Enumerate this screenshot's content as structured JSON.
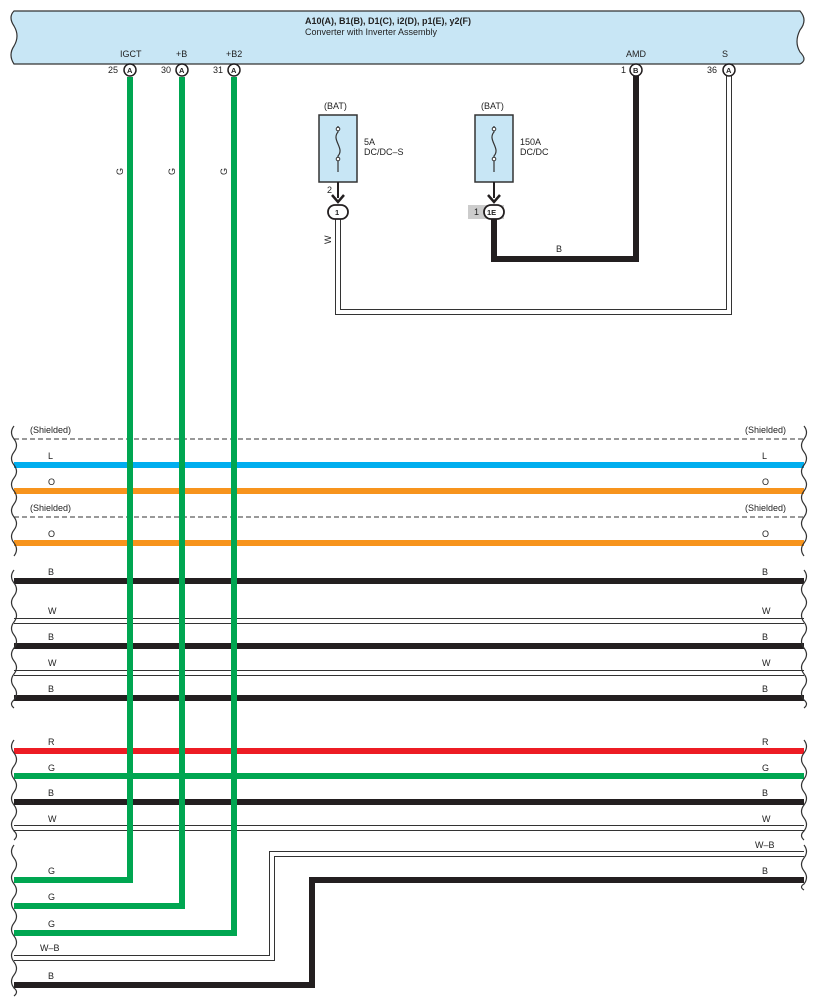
{
  "component": {
    "title": "A10(A), B1(B), D1(C), i2(D), p1(E), y2(F)",
    "subtitle": "Converter with Inverter Assembly",
    "fill": "#c8e6f5",
    "terminals": [
      {
        "id": "igct",
        "name": "IGCT",
        "pin": "25",
        "connector": "A",
        "wire": "G"
      },
      {
        "id": "b",
        "name": "+B",
        "pin": "30",
        "connector": "A",
        "wire": "G"
      },
      {
        "id": "b2",
        "name": "+B2",
        "pin": "31",
        "connector": "A",
        "wire": "G"
      },
      {
        "id": "amd",
        "name": "AMD",
        "pin": "1",
        "connector": "B",
        "wire": "B"
      },
      {
        "id": "s",
        "name": "S",
        "pin": "36",
        "connector": "A",
        "wire": "W"
      }
    ]
  },
  "fuses": [
    {
      "id": "dcdc-s",
      "source": "(BAT)",
      "rating": "5A",
      "name": "DC/DC–S",
      "pin": "2",
      "junction": "1",
      "wire": "W"
    },
    {
      "id": "dcdc",
      "source": "(BAT)",
      "rating": "150A",
      "name": "DC/DC",
      "pin": "1",
      "junction": "1E",
      "wire": "B"
    }
  ],
  "shielded_label": "(Shielded)",
  "wires": [
    {
      "left": "L",
      "right": "L",
      "color": "#00aeef"
    },
    {
      "left": "O",
      "right": "O",
      "color": "#f7941d"
    },
    {
      "left": "O",
      "right": "O",
      "color": "#f7941d"
    },
    {
      "left": "B",
      "right": "B",
      "color": "#231f20"
    },
    {
      "left": "W",
      "right": "W",
      "color": "#ffffff"
    },
    {
      "left": "B",
      "right": "B",
      "color": "#231f20"
    },
    {
      "left": "W",
      "right": "W",
      "color": "#ffffff"
    },
    {
      "left": "B",
      "right": "B",
      "color": "#231f20"
    },
    {
      "left": "R",
      "right": "R",
      "color": "#ed1c24"
    },
    {
      "left": "G",
      "right": "G",
      "color": "#00a651"
    },
    {
      "left": "B",
      "right": "B",
      "color": "#231f20"
    },
    {
      "left": "W",
      "right": "W",
      "color": "#ffffff"
    },
    {
      "right": "W–B",
      "color": "#ffffff"
    },
    {
      "right": "B",
      "color": "#231f20"
    },
    {
      "left": "G",
      "color": "#00a651"
    },
    {
      "left": "G",
      "color": "#00a651"
    },
    {
      "left": "G",
      "color": "#00a651"
    },
    {
      "left": "W–B",
      "color": "#ffffff"
    },
    {
      "left": "B",
      "color": "#231f20"
    }
  ],
  "colors": {
    "green": "#00a651",
    "black": "#231f20",
    "outline": "#333333"
  }
}
